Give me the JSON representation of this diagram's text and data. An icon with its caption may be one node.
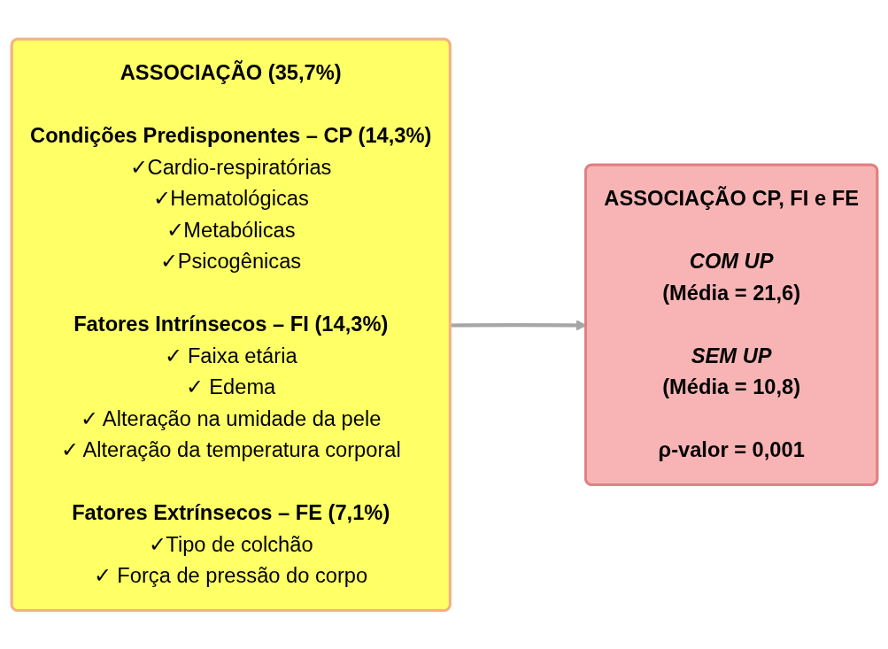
{
  "diagram": {
    "nodes": [
      {
        "text": [
          "ASSOCIAÇÃO (35,7%)",
          "Condições Predisponentes – CP (14,3%)",
          "✓Cardio-respiratórias",
          "✓Hematológicas",
          "✓Metabólicas",
          "✓Psicogênicas",
          "Fatores Intrínsecos – FI (14,3%)",
          "✓ Faixa etária",
          "✓ Edema",
          "✓ Alteração na umidade da pele",
          "✓ Alteração da temperatura corporal",
          "Fatores Extrínsecos – FE (7,1%)",
          "✓Tipo de colchão",
          "✓ Força de pressão do corpo"
        ]
      },
      {
        "text": [
          "ASSOCIAÇÃO CP, FI e FE",
          "COM UP",
          "(Média = 21,6)",
          "SEM UP",
          "(Média  = 10,8)",
          "ρ-valor = 0,001"
        ]
      }
    ],
    "edges": [
      {
        "from": 0,
        "to": 1,
        "arrow": "to"
      }
    ]
  }
}
